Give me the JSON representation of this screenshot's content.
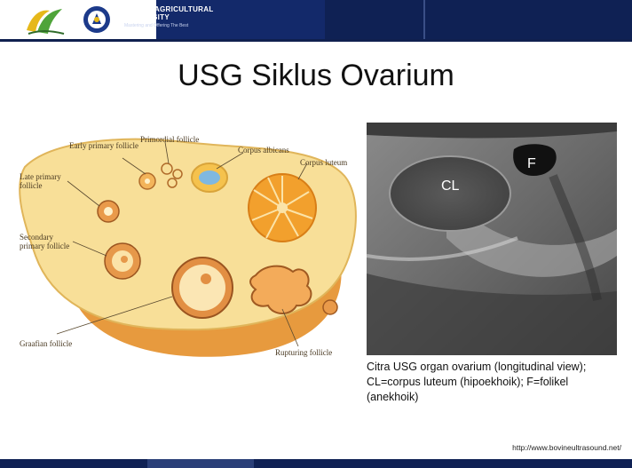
{
  "header": {
    "logo_icon": "ipb-logo",
    "seal_icon": "university-seal",
    "university_name_line1": "BOGOR AGRICULTURAL",
    "university_name_line2": "UNIVERSITY",
    "motto": "Mastering and Offering The Best",
    "colors": {
      "banner": "#13296a",
      "banner_dark": "#0f2154"
    }
  },
  "slide": {
    "title": "USG Siklus Ovarium"
  },
  "illustration": {
    "labels": {
      "early_primary": "Early primary follicle",
      "primordial": "Primordial follicle",
      "corpus_albicans": "Corpus albicans",
      "corpus_luteum": "Corpus luteum",
      "late_primary": "Late primary follicle",
      "secondary": "Secondary primary follicle",
      "graafian": "Graafian follicle",
      "rupturing": "Rupturing follicle"
    }
  },
  "ultrasound": {
    "label_cl": "CL",
    "label_f": "F"
  },
  "caption": {
    "text": "Citra USG organ ovarium (longitudinal view); CL=corpus luteum (hipoekhoik); F=folikel (anekhoik)"
  },
  "source": {
    "url": "http://www.bovineultrasound.net/"
  }
}
